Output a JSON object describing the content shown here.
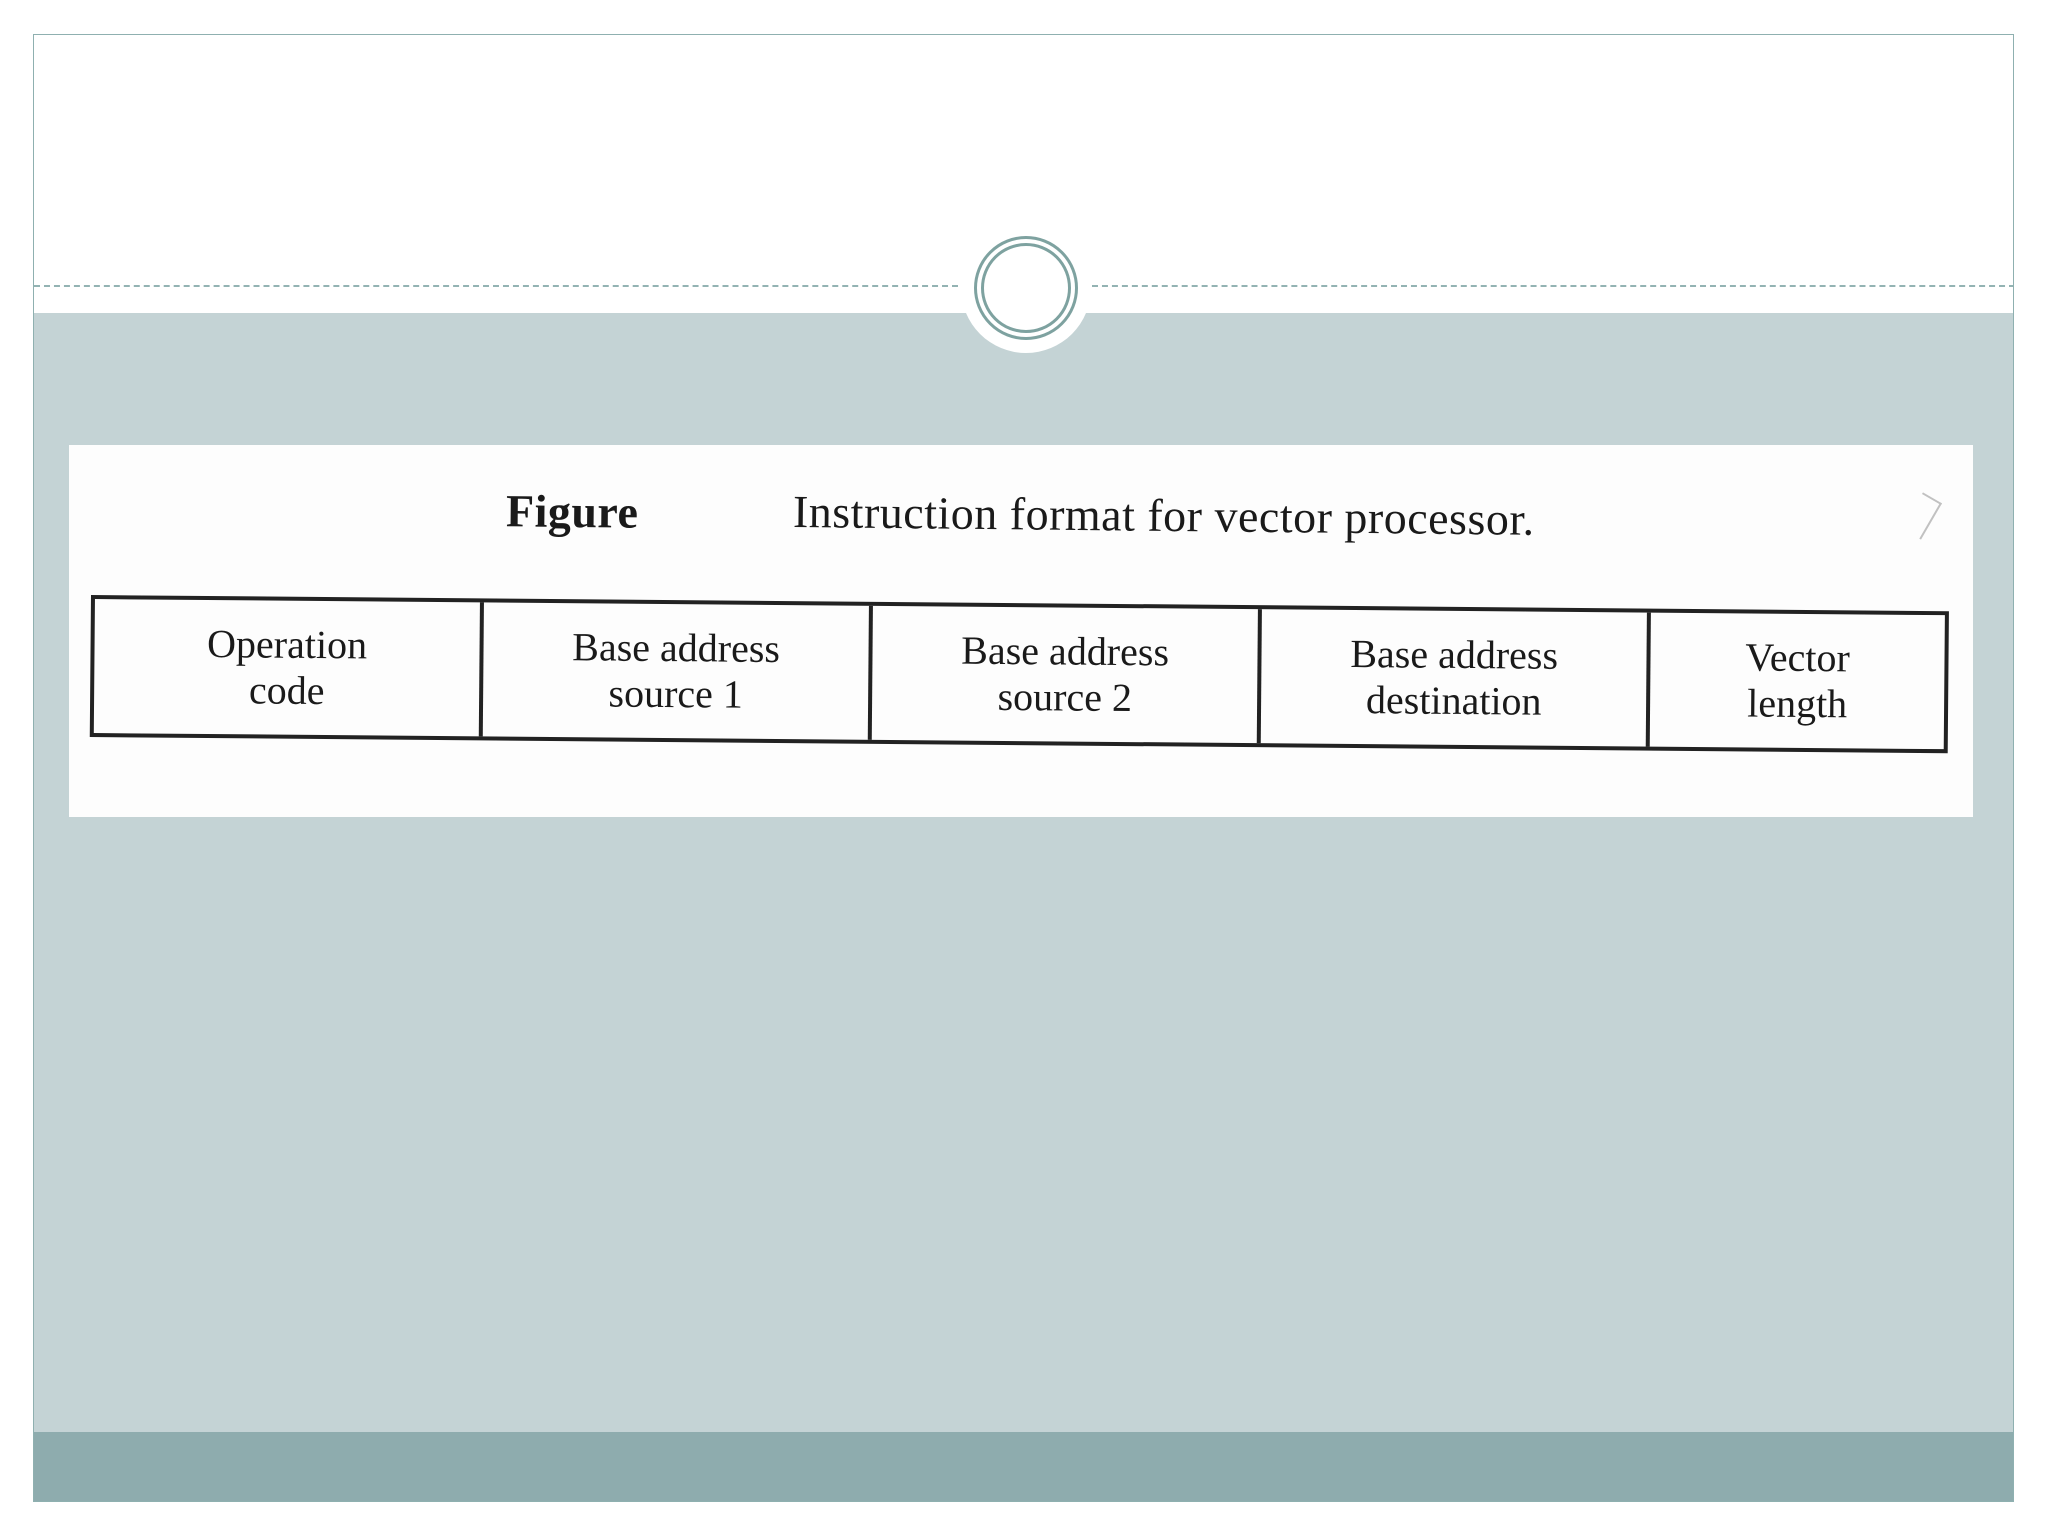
{
  "slide": {
    "colors": {
      "title_background": "#ffffff",
      "body_background": "#c4d3d5",
      "footer_background": "#8eacae",
      "accent": "#7ea2a0"
    },
    "decoration_icon": "double-ring-icon"
  },
  "figure": {
    "label": "Figure",
    "caption": "Instruction format for vector processor.",
    "fields": [
      {
        "text": "Operation\ncode"
      },
      {
        "text": "Base address\nsource 1"
      },
      {
        "text": "Base address\nsource 2"
      },
      {
        "text": "Base address\ndestination"
      },
      {
        "text": "Vector\nlength"
      }
    ]
  }
}
